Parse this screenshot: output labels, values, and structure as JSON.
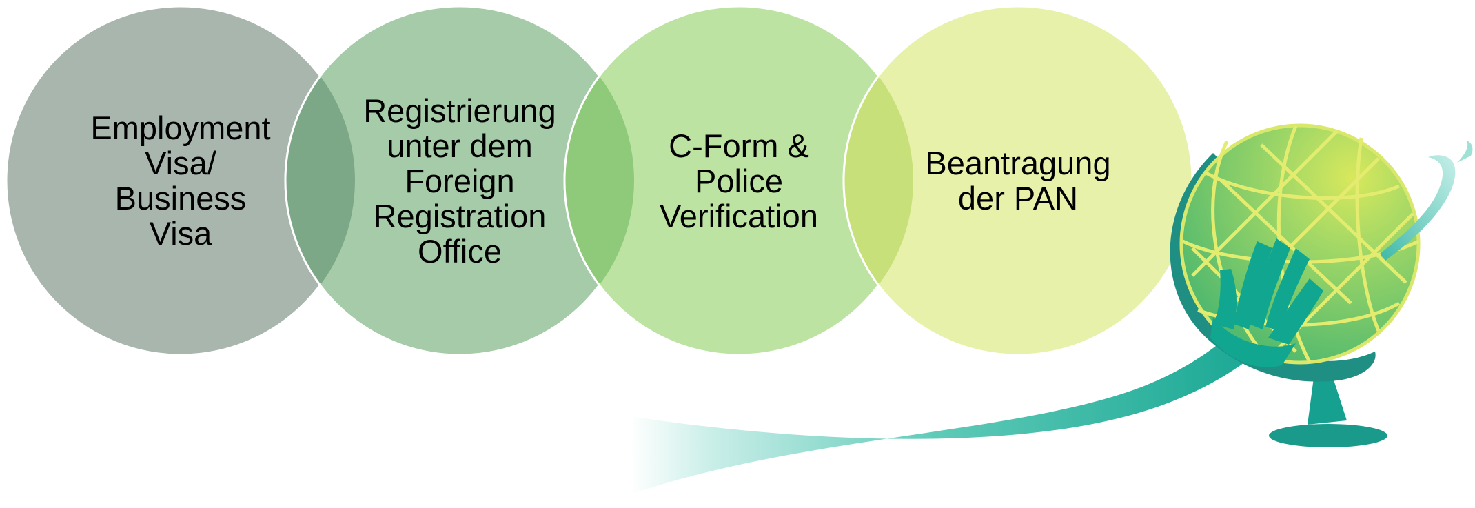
{
  "steps": [
    {
      "label": "Employment\nVisa/\nBusiness\nVisa",
      "fill": "#a9b6ae"
    },
    {
      "label": "Registrierung\nunter dem\nForeign\nRegistration\nOffice",
      "fill": "#a6cba8"
    },
    {
      "label": "C-Form &\nPolice\nVerification",
      "fill": "#bde3a3"
    },
    {
      "label": "Beantragung\nder PAN",
      "fill": "#e7f1a9"
    }
  ],
  "overlaps": [
    "#7da888",
    "#8fc97a",
    "#c8e07a"
  ],
  "illustration": {
    "icon": "globe-with-hand-icon",
    "colors": {
      "globe": "#8ccf6a",
      "globe_highlight": "#d4e86a",
      "grid": "#e4ec70",
      "stand": "#1f8f84",
      "arm": "#12a38f",
      "swoosh": "#6fd3c9"
    }
  }
}
